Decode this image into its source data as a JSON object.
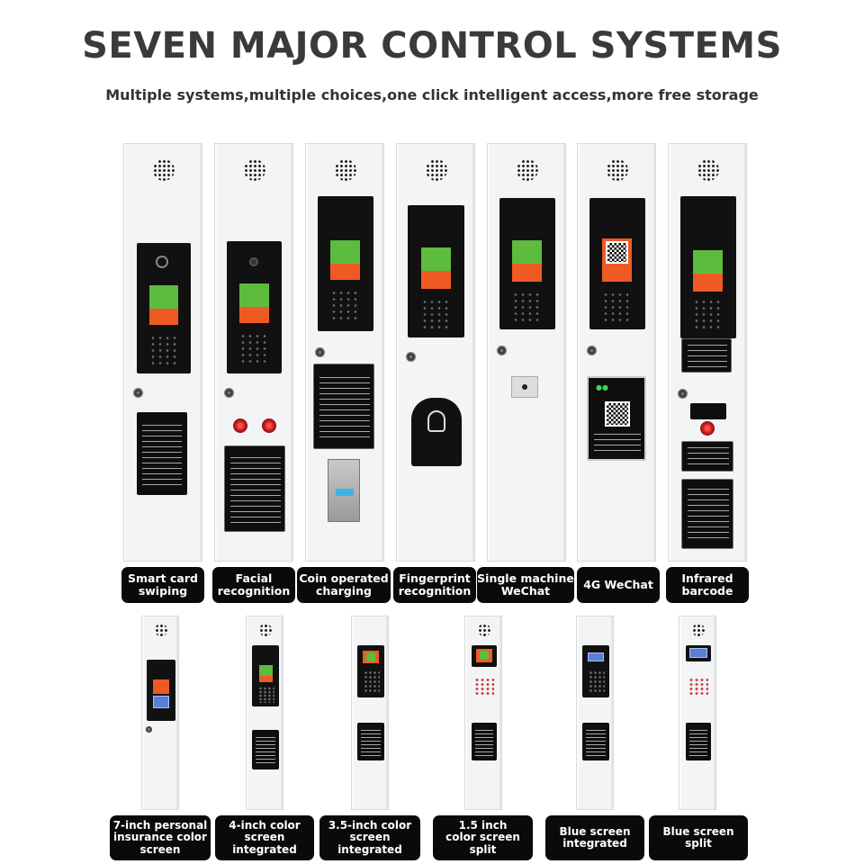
{
  "header": {
    "title": "SEVEN MAJOR CONTROL SYSTEMS",
    "subtitle": "Multiple systems,multiple choices,one click intelligent access,more free storage"
  },
  "top_row": [
    {
      "label": "Smart card\nswiping",
      "icon": "card-reader-icon"
    },
    {
      "label": "Facial\nrecognition",
      "icon": "face-recognition-icon"
    },
    {
      "label": "Coin operated\ncharging",
      "icon": "coin-slot-icon"
    },
    {
      "label": "Fingerprint\nrecognition",
      "icon": "fingerprint-icon"
    },
    {
      "label": "Single machine\nWeChat",
      "icon": "scanner-icon"
    },
    {
      "label": "4G WeChat",
      "icon": "qr-code-icon"
    },
    {
      "label": "Infrared\nbarcode",
      "icon": "barcode-icon"
    }
  ],
  "bottom_row": [
    {
      "label": "7-inch personal\ninsurance color\nscreen"
    },
    {
      "label": "4-inch color\nscreen\nintegrated"
    },
    {
      "label": "3.5-inch color\nscreen\nintegrated"
    },
    {
      "label": "1.5 inch\ncolor screen\nsplit"
    },
    {
      "label": "Blue screen\nintegrated"
    },
    {
      "label": "Blue screen\nsplit"
    }
  ],
  "colors": {
    "panel": "#f3f4f6",
    "screen_green": "#5dbb3e",
    "screen_orange": "#ef5a23",
    "screen_blue": "#5b7fd6",
    "label_bg": "#0a0a0a",
    "title": "#3a3a3a"
  }
}
